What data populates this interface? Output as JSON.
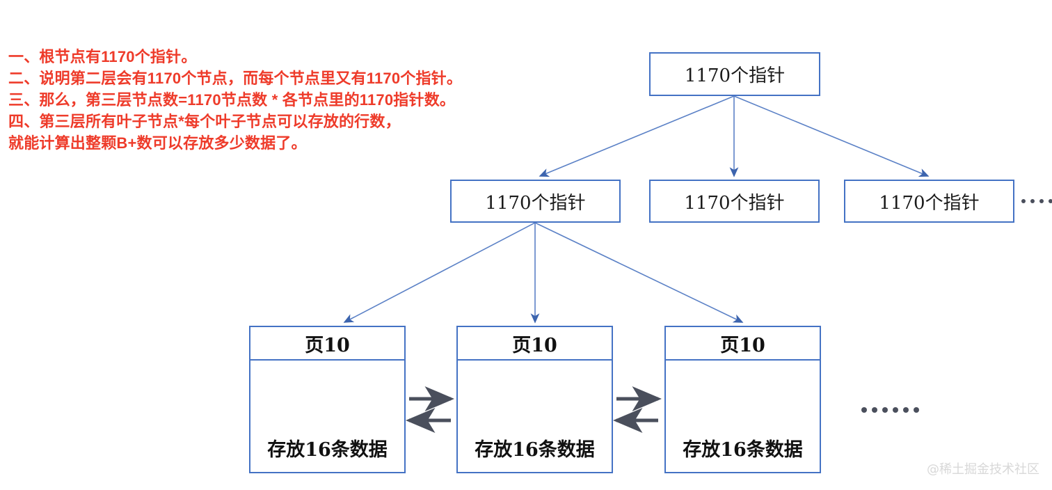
{
  "notes": {
    "lines": [
      "一、根节点有1170个指针。",
      "二、说明第二层会有1170个节点，而每个节点里又有1170个指针。",
      "三、那么，第三层节点数=1170节点数 * 各节点里的1170指针数。",
      "四、第三层所有叶子节点*每个叶子节点可以存放的行数，",
      "就能计算出整颗B+数可以存放多少数据了。"
    ],
    "color": "#EE3B2A"
  },
  "diagram": {
    "type": "tree",
    "node_border_color": "#4472C4",
    "arrow_color": "#4472C4",
    "leaf_link_arrow_color": "#4a4f5c",
    "root": {
      "label": "1170个指针"
    },
    "level2": [
      {
        "label": "1170个指针"
      },
      {
        "label": "1170个指针"
      },
      {
        "label": "1170个指针"
      }
    ],
    "level2_overflow": "•••••",
    "leaves": [
      {
        "header": "页10",
        "body": "存放16条数据"
      },
      {
        "header": "页10",
        "body": "存放16条数据"
      },
      {
        "header": "页10",
        "body": "存放16条数据"
      }
    ],
    "leaves_overflow": "••••••"
  },
  "watermark": {
    "text": "@稀土掘金技术社区"
  }
}
